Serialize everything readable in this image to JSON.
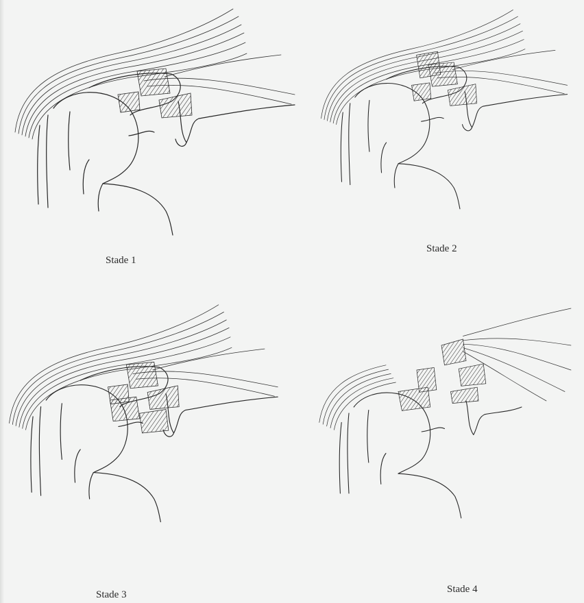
{
  "panels": [
    {
      "label": "Stade 1"
    },
    {
      "label": "Stade 2"
    },
    {
      "label": "Stade 3"
    },
    {
      "label": "Stade 4"
    }
  ],
  "colors": {
    "paper": "#f3f4f3",
    "ink": "#262626"
  }
}
